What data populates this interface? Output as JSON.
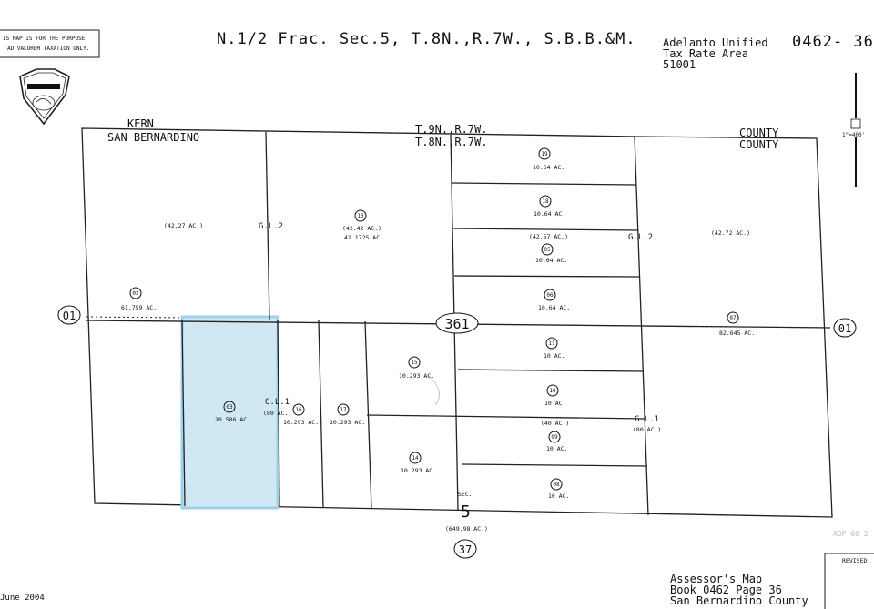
{
  "header": {
    "disclaimer_line1": "IS MAP IS FOR THE PURPOSE",
    "disclaimer_line2": "AD VALOREM TAXATION ONLY.",
    "title": "N.1/2 Frac. Sec.5, T.8N.,R.7W., S.B.B.&M.",
    "district_line1": "Adelanto Unified",
    "district_line2": "Tax Rate Area",
    "district_line3": "51001",
    "map_number": "0462- 36"
  },
  "scale": {
    "label": "1\"=400'"
  },
  "boundary_labels": {
    "kern": "KERN",
    "san_bernardino": "SAN BERNARDINO",
    "t9n": "T.9N.,R.7W.",
    "t8n": "T.8N.,R.7W.",
    "county_top": "COUNTY",
    "county_bottom": "COUNTY",
    "g1_2_left": "G.L.2",
    "g1_2_right": "G.L.2",
    "g1_1_left": "G.L.1",
    "g1_1_right": "G.L.1",
    "sec": "SEC.",
    "sec_num": "5"
  },
  "page_refs": {
    "left": "01",
    "right": "01",
    "center": "361",
    "bottom": "37"
  },
  "parcels": [
    {
      "id": "02",
      "acres": "61.759 AC."
    },
    {
      "id": "13",
      "acres": "41.1725 AC."
    },
    {
      "id": "19",
      "acres": "10.64 AC."
    },
    {
      "id": "18",
      "acres": "10.64 AC."
    },
    {
      "id": "05",
      "acres": "10.64 AC."
    },
    {
      "id": "06",
      "acres": "10.64 AC."
    },
    {
      "id": "07",
      "acres": "82.645 AC."
    },
    {
      "id": "03",
      "acres": "20.586 AC."
    },
    {
      "id": "16",
      "acres": "10.293 AC."
    },
    {
      "id": "17",
      "acres": "10.293 AC."
    },
    {
      "id": "15",
      "acres": "10.293 AC."
    },
    {
      "id": "14",
      "acres": "10.293 AC."
    },
    {
      "id": "11",
      "acres": "10 AC."
    },
    {
      "id": "10",
      "acres": "10 AC."
    },
    {
      "id": "09",
      "acres": "10 AC."
    },
    {
      "id": "08",
      "acres": "10 AC."
    }
  ],
  "gross_acres": {
    "left_top": "(42.27 AC.)",
    "mid_top": "(42.42 AC.)",
    "right_strip": "(42.57 AC.)",
    "right_top": "(42.72 AC.)",
    "left_bottom": "(80 AC.)",
    "right_lower": "(40 AC.)",
    "right_bottom": "(80 AC.)",
    "total": "(649.98 AC.)"
  },
  "footer": {
    "date": "June 2004",
    "revised": "REVISED",
    "assessor_line1": "Assessor's Map",
    "assessor_line2": "Book 0462 Page 36",
    "assessor_line3": "San Bernardino County",
    "stamp": "ADP 00 2"
  },
  "highlight": {
    "parcel": "03",
    "fill": "#cfe8f4",
    "stroke": "#9fd0e8"
  }
}
